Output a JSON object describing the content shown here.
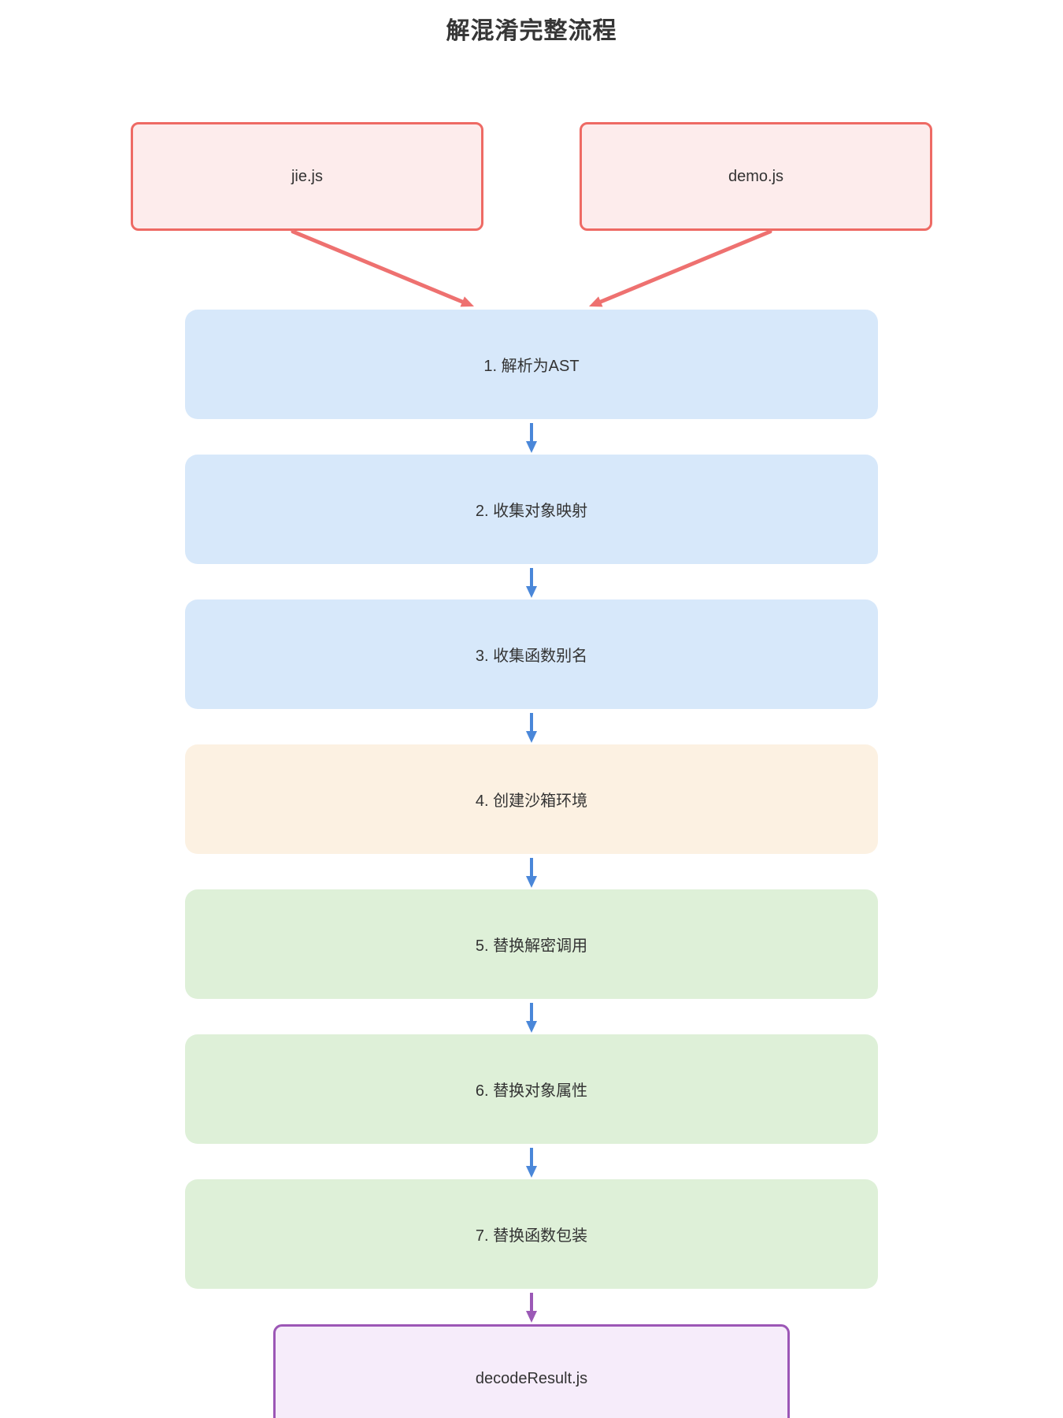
{
  "title": "解混淆完整流程",
  "sources": [
    {
      "label": "jie.js"
    },
    {
      "label": "demo.js"
    }
  ],
  "steps": [
    {
      "label": "1. 解析为AST",
      "fill": "#d7e8fa"
    },
    {
      "label": "2. 收集对象映射",
      "fill": "#d7e8fa"
    },
    {
      "label": "3. 收集函数别名",
      "fill": "#d7e8fa"
    },
    {
      "label": "4. 创建沙箱环境",
      "fill": "#fcf1e2"
    },
    {
      "label": "5. 替换解密调用",
      "fill": "#def0d8"
    },
    {
      "label": "6. 替换对象属性",
      "fill": "#def0d8"
    },
    {
      "label": "7. 替换函数包装",
      "fill": "#def0d8"
    }
  ],
  "result": {
    "label": "decodeResult.js"
  },
  "colors": {
    "source_border": "#ee6a64",
    "source_fill": "#fdecec",
    "input_arrow": "#ee7170",
    "step_arrow": "#4a87d9",
    "result_arrow": "#9b59b6",
    "result_border": "#9c57b6",
    "result_fill": "#f6ecfa",
    "text": "#333333"
  }
}
